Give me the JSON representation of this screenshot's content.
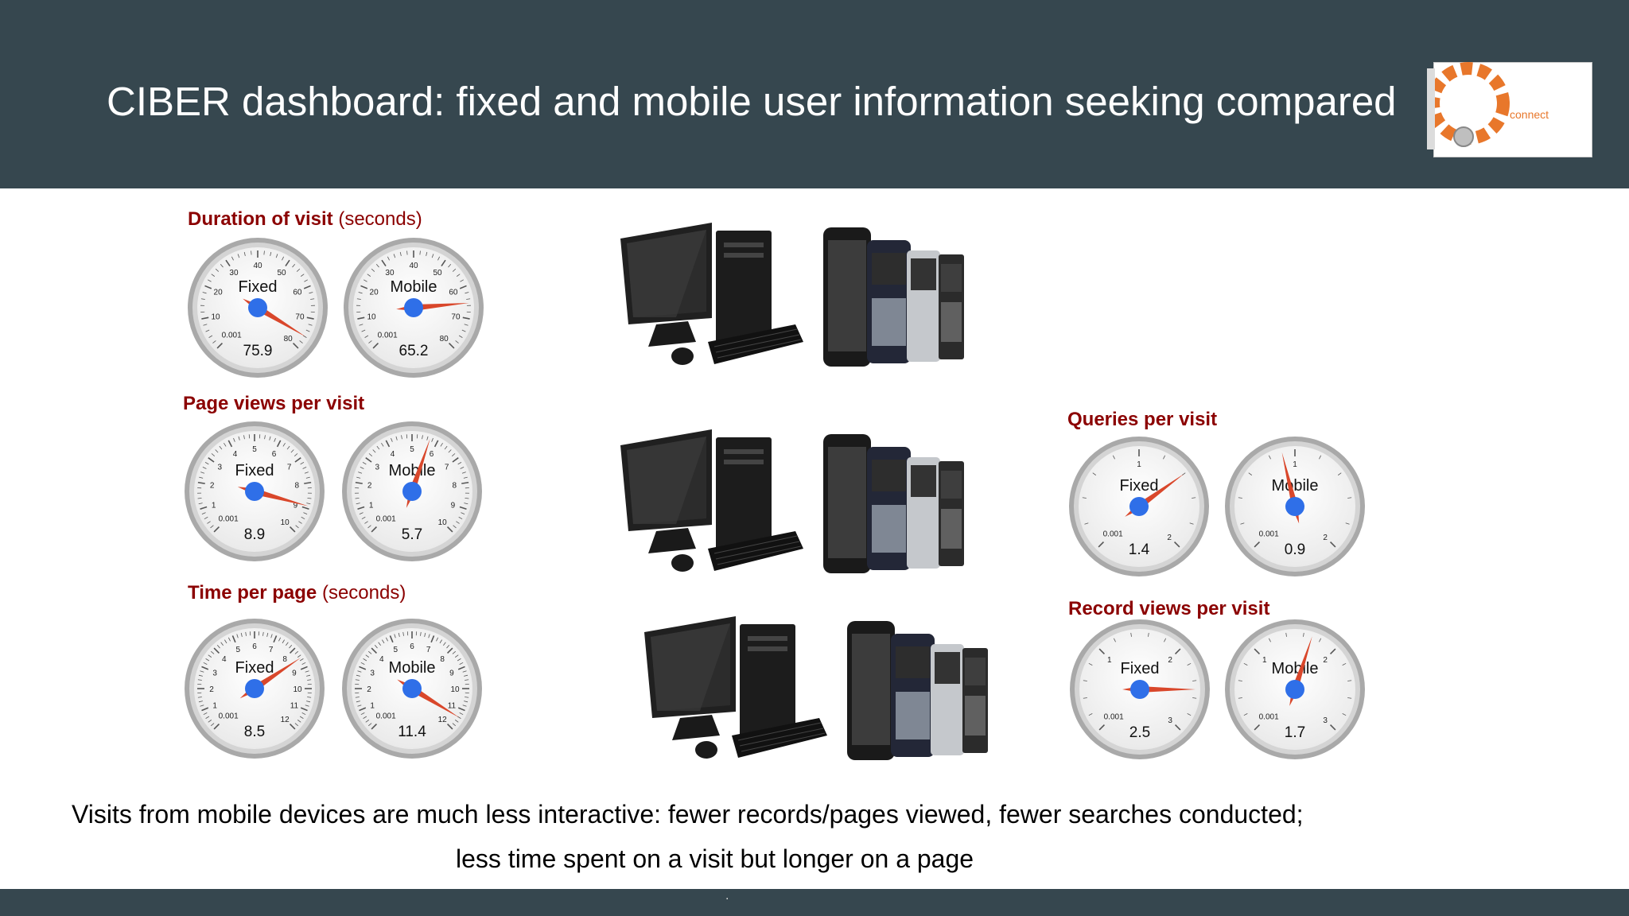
{
  "slide": {
    "title": "CIBER dashboard: fixed and mobile user information seeking compared",
    "logo_text": "connect"
  },
  "gauges": [
    {
      "id": "duration",
      "title": "Duration of visit",
      "unit": "(seconds)",
      "fixed": {
        "label": "Fixed",
        "value": "75.9",
        "number": 75.9
      },
      "mobile": {
        "label": "Mobile",
        "value": "65.2",
        "number": 65.2
      },
      "scale_min": 0,
      "scale_max": 80,
      "min_label": "0.001",
      "tick_labels": [
        "10",
        "20",
        "30",
        "40",
        "50",
        "60",
        "70",
        "80"
      ]
    },
    {
      "id": "pageviews",
      "title": "Page views per visit",
      "unit": "",
      "fixed": {
        "label": "Fixed",
        "value": "8.9",
        "number": 8.9
      },
      "mobile": {
        "label": "Mobile",
        "value": "5.7",
        "number": 5.7
      },
      "scale_min": 0,
      "scale_max": 10,
      "min_label": "0.001",
      "tick_labels": [
        "1",
        "2",
        "3",
        "4",
        "5",
        "6",
        "7",
        "8",
        "9",
        "10"
      ]
    },
    {
      "id": "timeperpage",
      "title": "Time per page",
      "unit": "(seconds)",
      "fixed": {
        "label": "Fixed",
        "value": "8.5",
        "number": 8.5
      },
      "mobile": {
        "label": "Mobile",
        "value": "11.4",
        "number": 11.4
      },
      "scale_min": 0,
      "scale_max": 12,
      "min_label": "0.001",
      "tick_labels": [
        "1",
        "2",
        "3",
        "4",
        "5",
        "6",
        "7",
        "8",
        "9",
        "10",
        "11",
        "12"
      ]
    },
    {
      "id": "queries",
      "title": "Queries per visit",
      "unit": "",
      "fixed": {
        "label": "Fixed",
        "value": "1.4",
        "number": 1.4
      },
      "mobile": {
        "label": "Mobile",
        "value": "0.9",
        "number": 0.9
      },
      "scale_min": 0,
      "scale_max": 2,
      "min_label": "0.001",
      "tick_labels": [
        "1",
        "2"
      ]
    },
    {
      "id": "records",
      "title": "Record views per visit",
      "unit": "",
      "fixed": {
        "label": "Fixed",
        "value": "2.5",
        "number": 2.5
      },
      "mobile": {
        "label": "Mobile",
        "value": "1.7",
        "number": 1.7
      },
      "scale_min": 0,
      "scale_max": 3,
      "min_label": "0.001",
      "tick_labels": [
        "1",
        "2",
        "3"
      ]
    }
  ],
  "caption": {
    "line1": "Visits from mobile devices are much less interactive: fewer records/pages viewed, fewer searches conducted;",
    "line2": "less time spent on a visit but longer on a page"
  },
  "footer": {
    "text": "."
  },
  "colors": {
    "header": "#36474f",
    "title_text": "#ffffff",
    "label_red": "#8b0000",
    "needle": "#d9472b",
    "hub": "#2f6fe8"
  }
}
